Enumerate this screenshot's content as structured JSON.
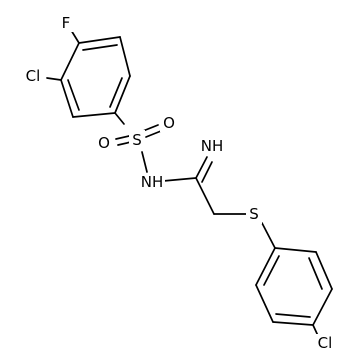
{
  "molecule": {
    "atoms": {
      "f": "F",
      "cl_top": "Cl",
      "o_left": "O",
      "s_sulfonyl": "S",
      "o_right": "O",
      "nh": "NH",
      "imine": "NH",
      "s_thio": "S",
      "cl_bottom": "Cl"
    },
    "colors": {
      "bond": "#000000",
      "text": "#000000",
      "background": "#ffffff"
    }
  }
}
